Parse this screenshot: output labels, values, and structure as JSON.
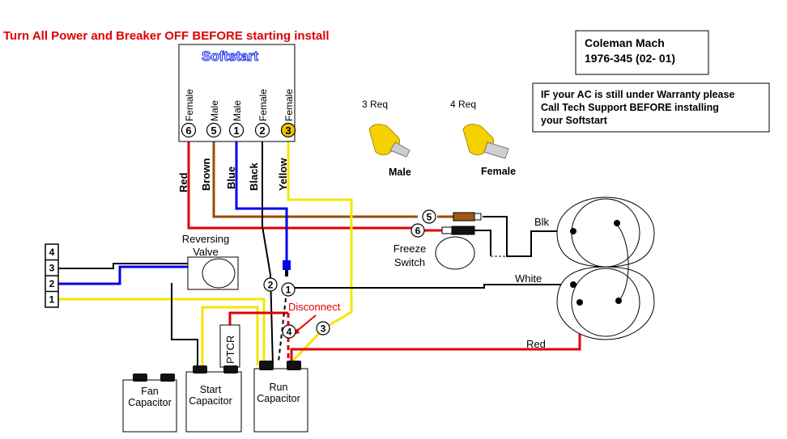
{
  "warning_title": "Turn All Power and Breaker OFF BEFORE starting install",
  "model": {
    "line1": "Coleman Mach",
    "line2": "1976-345 (02- 01)"
  },
  "notice": {
    "line1": "IF your AC is still under Warranty please",
    "line2": "Call Tech Support BEFORE installing",
    "line3": "your Softstart"
  },
  "softstart": {
    "title": "Softstart",
    "terminals": [
      {
        "num": "6",
        "gender": "Female",
        "wire": "Red",
        "color": "#e00000"
      },
      {
        "num": "5",
        "gender": "Male",
        "wire": "Brown",
        "color": "#994c00"
      },
      {
        "num": "1",
        "gender": "Male",
        "wire": "Blue",
        "color": "#0000ee"
      },
      {
        "num": "2",
        "gender": "Female",
        "wire": "Black",
        "color": "#000000"
      },
      {
        "num": "3",
        "gender": "Female",
        "wire": "Yellow",
        "color": "#f5e600"
      }
    ]
  },
  "connectors": {
    "male_req": "3 Req",
    "female_req": "4 Req",
    "male_label": "Male",
    "female_label": "Female"
  },
  "labels": {
    "reversing_valve": [
      "Reversing",
      "Valve"
    ],
    "freeze_switch": [
      "Freeze",
      "Switch"
    ],
    "blk": "Blk",
    "white": "White",
    "red": "Red",
    "disconnect": "Disconnect",
    "ptcr": "PTCR",
    "fan_capacitor": [
      "Fan",
      "Capacitor"
    ],
    "start_capacitor": [
      "Start",
      "Capacitor"
    ],
    "run_capacitor": [
      "Run",
      "Capacitor"
    ]
  },
  "terminal_strip": [
    "4",
    "3",
    "2",
    "1"
  ],
  "callouts": [
    "5",
    "6",
    "2",
    "1",
    "4",
    "3"
  ],
  "colors": {
    "warning": "#e00000",
    "red": "#e00000",
    "yellow": "#f5e600",
    "blue": "#0000ee",
    "brown": "#994c00",
    "black": "#000000",
    "softstart_title": "#3344ee",
    "terminal_yellow": "#f2c200"
  }
}
